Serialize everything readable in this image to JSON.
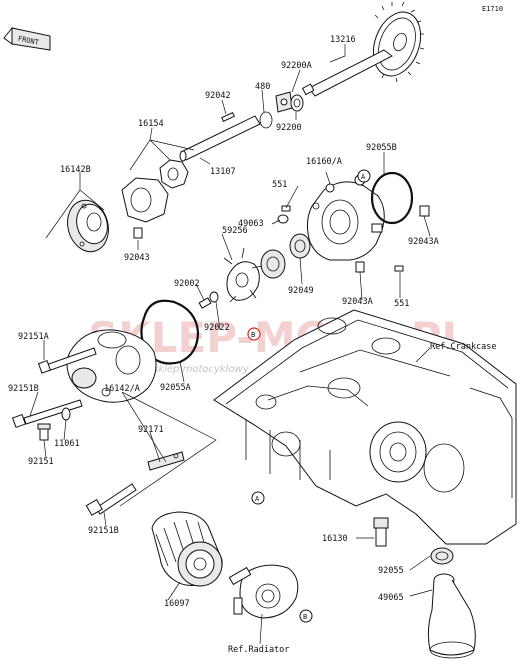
{
  "figure_code": "E1710",
  "front_badge": "FRONT",
  "watermark": {
    "brand": "SKLEP-MOTO.PL",
    "tagline": "internetowy sklep motocyklowy"
  },
  "refs": {
    "crankcase": "Ref.Crankcase",
    "radiator": "Ref.Radiator"
  },
  "callouts": {
    "a": "A",
    "b": "B"
  },
  "parts": {
    "p13216": "13216",
    "p92200a": "92200A",
    "p480": "480",
    "p92042": "92042",
    "p92200": "92200",
    "p16154": "16154",
    "p13107": "13107",
    "p16142b": "16142B",
    "p92043": "92043",
    "p92055b": "92055B",
    "p16160a": "16160/A",
    "p551_top": "551",
    "p49063": "49063",
    "p59256": "59256",
    "p92043a_right": "92043A",
    "p92049": "92049",
    "p92043a_mid": "92043A",
    "p551_bottom": "551",
    "p92002": "92002",
    "p92022": "92022",
    "p92151a": "92151A",
    "p92055a": "92055A",
    "p92151b_top": "92151B",
    "p16142a": "16142/A",
    "p11061": "11061",
    "p92171": "92171",
    "p92151": "92151",
    "p92151b_bottom": "92151B",
    "p16130": "16130",
    "p92055": "92055",
    "p16097": "16097",
    "p49065": "49065"
  }
}
